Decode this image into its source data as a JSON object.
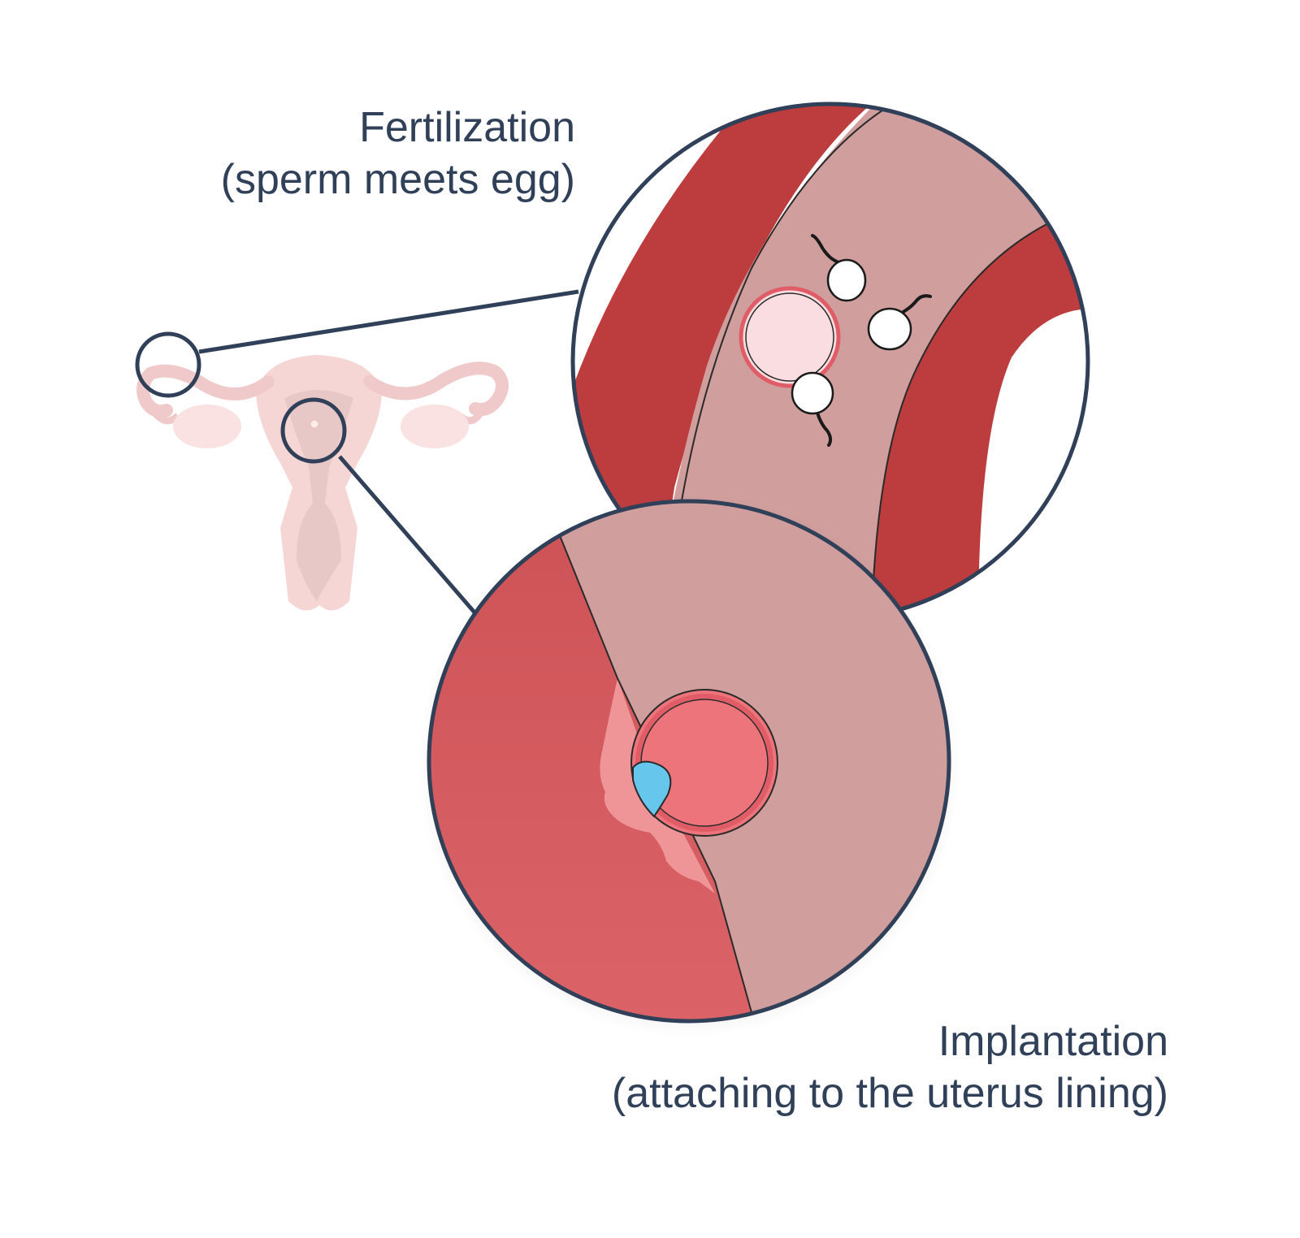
{
  "labels": {
    "fertilization": {
      "title": "Fertilization",
      "subtitle": "(sperm meets egg)"
    },
    "implantation": {
      "title": "Implantation",
      "subtitle": "(attaching to the uterus lining)"
    }
  },
  "colors": {
    "outline": "#2f4058",
    "muscle_red": "#bd3d3f",
    "lining_pink": "#cf9e9d",
    "egg_fill": "#f9dde0",
    "egg_ring": "#e05c66",
    "embryo_fill": "#ec747a",
    "inner_cell_mass": "#66c6ec",
    "uterus_wall": "#d3585c",
    "anatomy_pink": "#f0b4b4"
  }
}
